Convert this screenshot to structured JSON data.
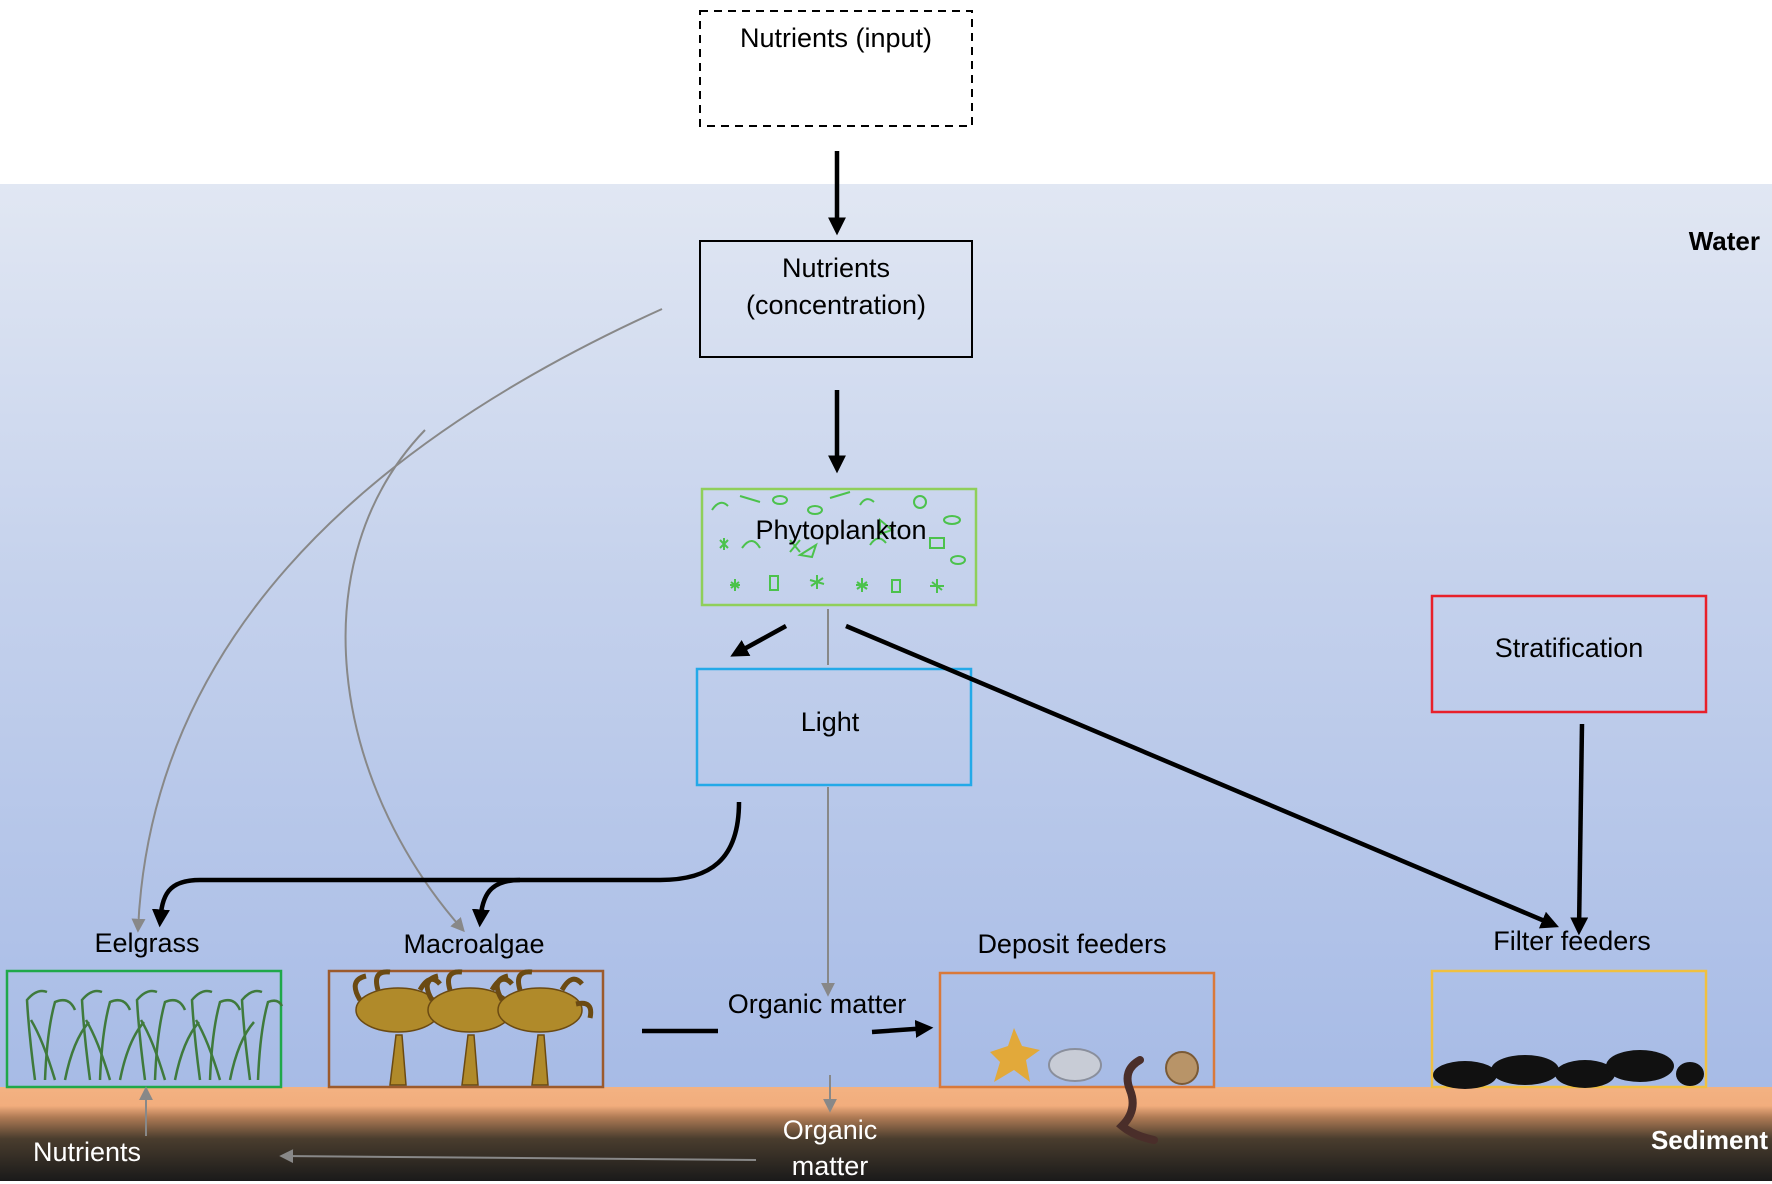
{
  "nodes": {
    "nutrients_input": "Nutrients (input)",
    "nutrients_concentration_line1": "Nutrients",
    "nutrients_concentration_line2": "(concentration)",
    "phytoplankton": "Phytoplankton",
    "light": "Light",
    "stratification": "Stratification",
    "eelgrass": "Eelgrass",
    "macroalgae": "Macroalgae",
    "organic_matter_water": "Organic matter",
    "deposit_feeders": "Deposit feeders",
    "filter_feeders": "Filter feeders",
    "organic_matter_sediment_line1": "Organic",
    "organic_matter_sediment_line2": "matter",
    "nutrients_sediment": "Nutrients"
  },
  "zones": {
    "water": "Water",
    "sediment": "Sediment"
  },
  "colors": {
    "phytoplankton_border": "#8fcf5a",
    "light_border": "#23a9e8",
    "stratification_border": "#e8202a",
    "eelgrass_border": "#1fa84a",
    "macroalgae_border": "#9c5a2c",
    "deposit_feeders_border": "#d9793a",
    "filter_feeders_border": "#f0c040",
    "strong_arrow": "#000000",
    "weak_arrow": "#888888"
  }
}
